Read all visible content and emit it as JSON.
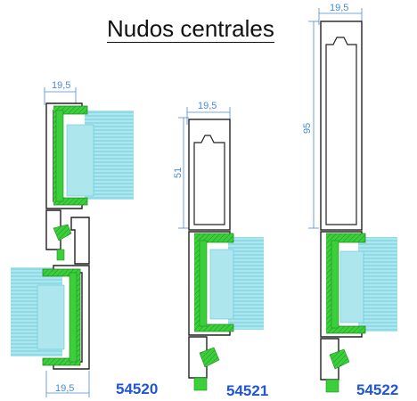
{
  "title": "Nudos centrales",
  "colors": {
    "profile": "#222222",
    "gasket": "#3ccf3c",
    "gasket_dark": "#1e8f1e",
    "glass": "#aee6ee",
    "glass_line": "#5fc9db",
    "dimension": "#4a8bd6",
    "code": "#1f55d6"
  },
  "sections": [
    {
      "code": "54520",
      "dim_top": "19,5",
      "dim_bottom": "19,5"
    },
    {
      "code": "54521",
      "dim_top": "19,5",
      "dim_height": "51"
    },
    {
      "code": "54522",
      "dim_top": "19,5",
      "dim_height": "95"
    }
  ]
}
